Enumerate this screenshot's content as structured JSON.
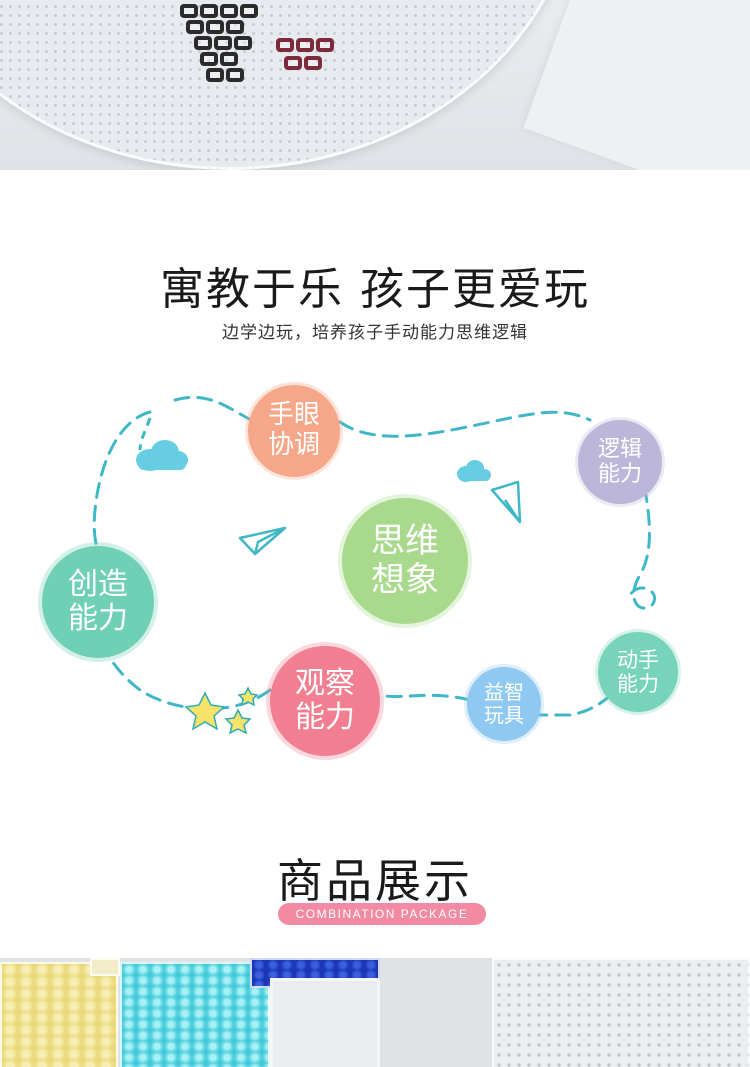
{
  "section1": {
    "title": "寓教于乐 孩子更爱玩",
    "subtitle": "边学边玩，培养孩子手动能力思维逻辑"
  },
  "diagram": {
    "nodes": [
      {
        "id": "hand-eye",
        "label": "手眼\n协调",
        "color": "#f7a789"
      },
      {
        "id": "logic",
        "label": "逻辑\n能力",
        "color": "#bcb6d8"
      },
      {
        "id": "thinking",
        "label": "思维\n想象",
        "color": "#a8d98c"
      },
      {
        "id": "creative",
        "label": "创造\n能力",
        "color": "#6fd0b6"
      },
      {
        "id": "observe",
        "label": "观察\n能力",
        "color": "#f27f91"
      },
      {
        "id": "puzzle-toy",
        "label": "益智\n玩具",
        "color": "#8fc8f0"
      },
      {
        "id": "hands-on",
        "label": "动手\n能力",
        "color": "#77d3b9"
      }
    ],
    "path_color": "#3fb7c6",
    "cloud_color": "#66cde3",
    "star_color": "#f7e26a"
  },
  "section2": {
    "title": "商品展示",
    "badge": "COMBINATION PACKAGE",
    "badge_color": "#f28aa3"
  }
}
